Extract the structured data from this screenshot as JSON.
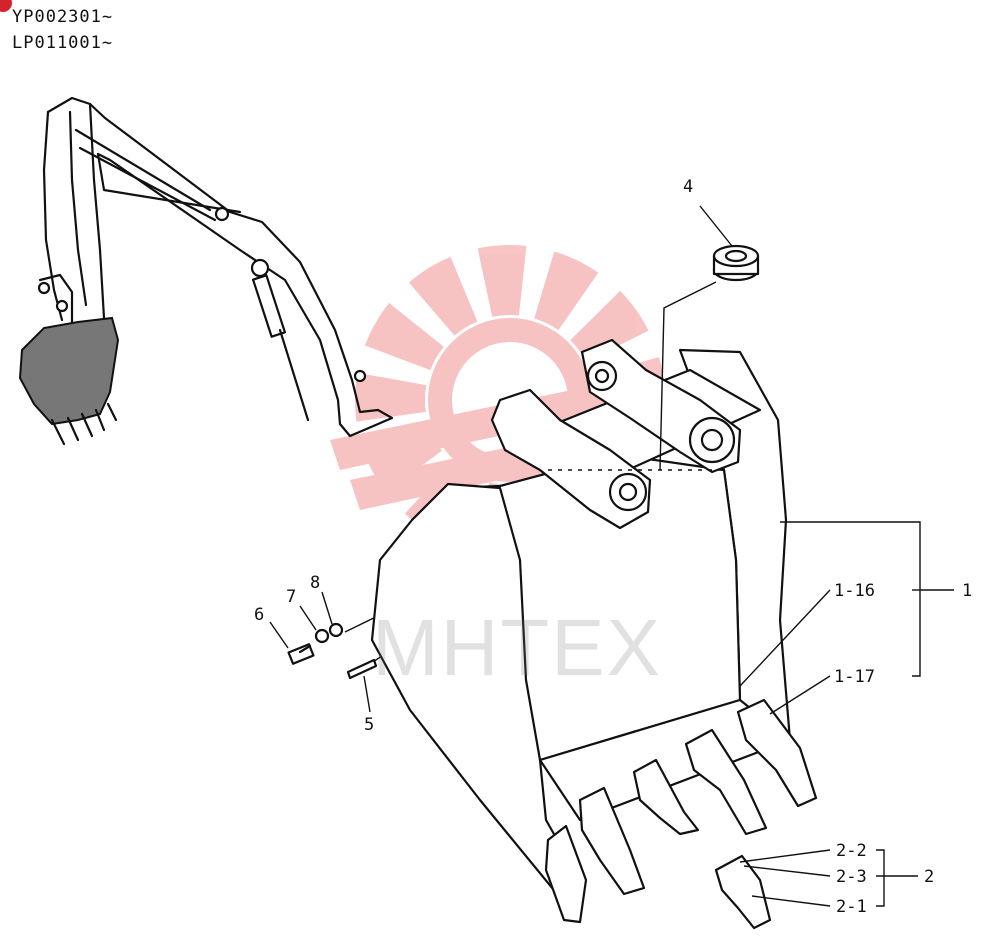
{
  "header": {
    "serial_line_1": "YP002301~",
    "serial_line_2": "LP011001~"
  },
  "watermark": {
    "text": "MHTEX",
    "color": "#e83a3a"
  },
  "callouts": {
    "c1": "1",
    "c1_16": "1-16",
    "c1_17": "1-17",
    "c2": "2",
    "c2_1": "2-1",
    "c2_2": "2-2",
    "c2_3": "2-3",
    "c4": "4",
    "c5": "5",
    "c6": "6",
    "c7": "7",
    "c8": "8"
  }
}
